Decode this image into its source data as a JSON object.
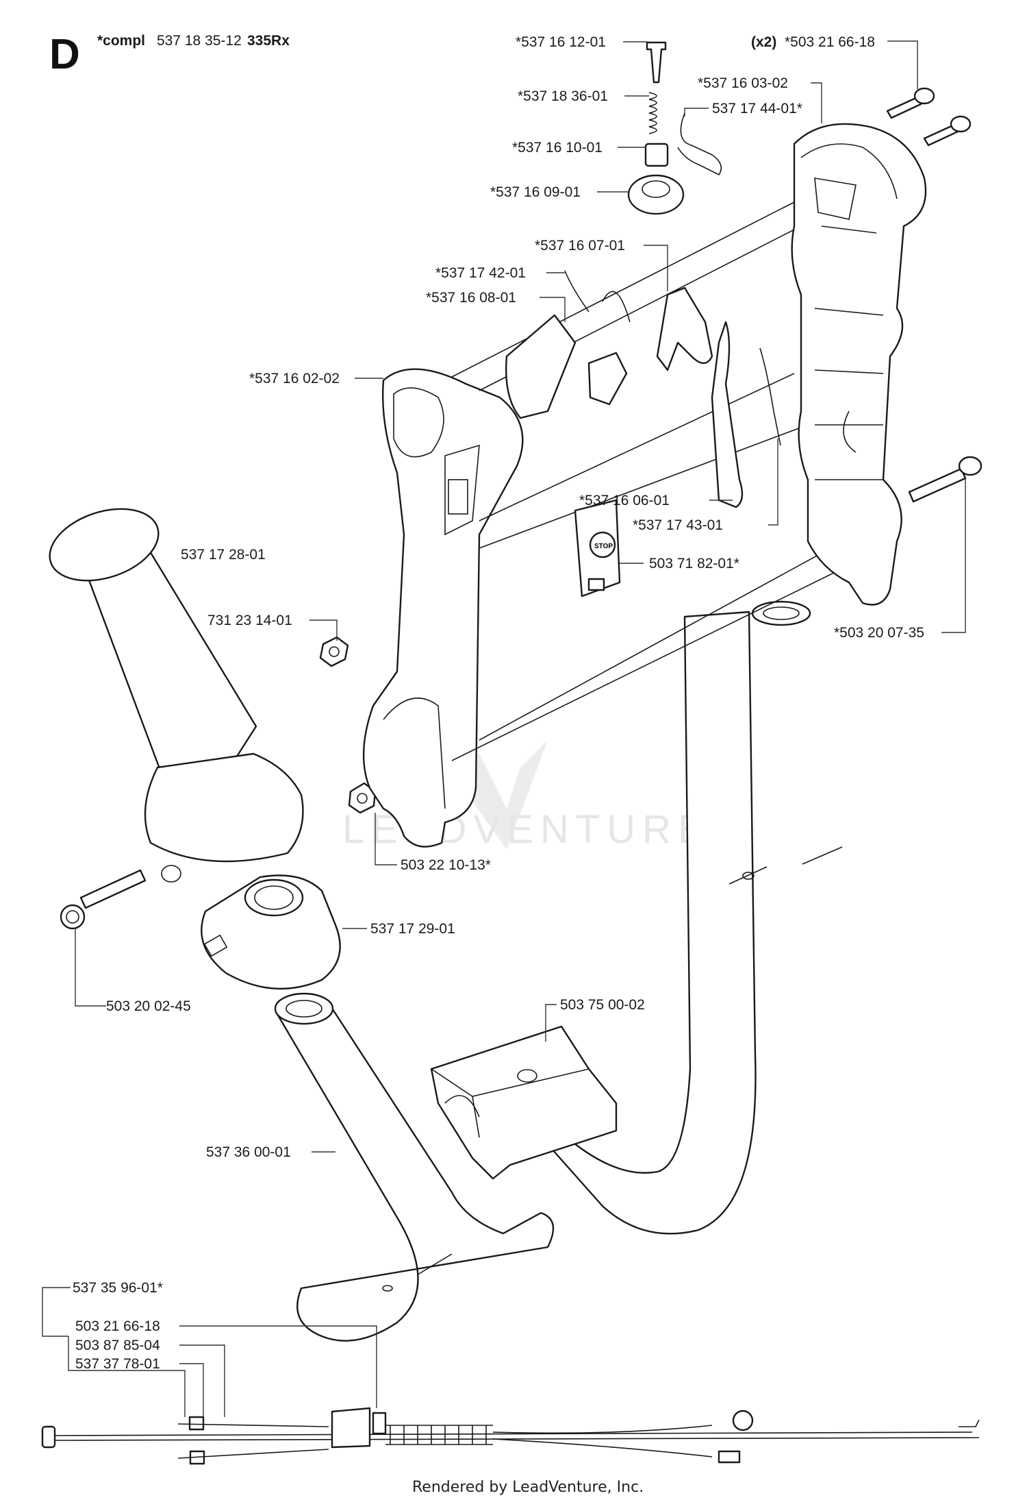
{
  "header": {
    "section_letter": "D",
    "compl_prefix": "*compl",
    "compl_number": "537 18 35-12",
    "model": "335Rx"
  },
  "callouts": {
    "c01": "*537 16 12-01",
    "c02": "*537 18 36-01",
    "c03": "*537 16 10-01",
    "c04": "*537 16 09-01",
    "c05_qty": "(x2)",
    "c05": "*503 21 66-18",
    "c06": "*537 16 03-02",
    "c07": "537 17 44-01*",
    "c08": "*537 16 07-01",
    "c09": "*537 17 42-01",
    "c10": "*537 16 08-01",
    "c11": "*537 16 02-02",
    "c12": "*537 16 06-01",
    "c13": "*537 17 43-01",
    "c14": "503 71 82-01*",
    "c15": "537 17 28-01",
    "c16": "731 23 14-01",
    "c17": "*503 20 07-35",
    "c18": "503 22 10-13*",
    "c19": "537 17 29-01",
    "c20": "503 20 02-45",
    "c21": "503 75 00-02",
    "c22": "537 36 00-01",
    "c23": "537 35 96-01*",
    "c24": "503 21 66-18",
    "c25": "503 87 85-04",
    "c26": "537 37 78-01"
  },
  "switch_text": "STOP",
  "watermark": "LEADVENTURE",
  "footer": "Rendered by LeadVenture, Inc."
}
